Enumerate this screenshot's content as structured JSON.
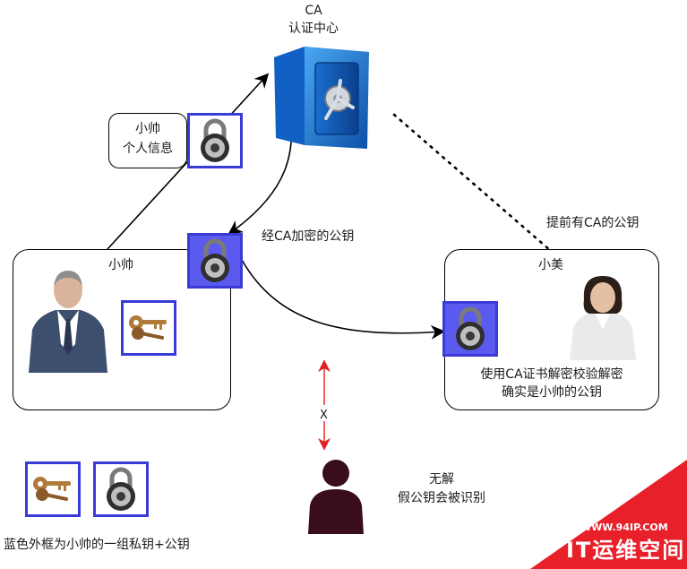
{
  "ca": {
    "title": "CA",
    "subtitle": "认证中心"
  },
  "info_box": {
    "line1": "小帅",
    "line2": "个人信息"
  },
  "labels": {
    "encrypted_pubkey": "经CA加密的公钥",
    "preloaded": "提前有CA的公钥",
    "verify_line1": "使用CA证书解密校验解密",
    "verify_line2": "确实是小帅的公钥",
    "blocked": "X",
    "attacker_line1": "无解",
    "attacker_line2": "假公钥会被识别",
    "legend": "蓝色外框为小帅的一组私钥+公钥"
  },
  "parties": {
    "left": "小帅",
    "right": "小美"
  },
  "watermark": {
    "url": "WWW.94IP.COM",
    "brand": "IT运维空间"
  },
  "colors": {
    "blue_border": "#3a3ad6",
    "blue_fill": "#5a5aee",
    "red_arrow": "#e02020",
    "attacker": "#3a0d1a",
    "watermark_red": "#e8202a"
  }
}
